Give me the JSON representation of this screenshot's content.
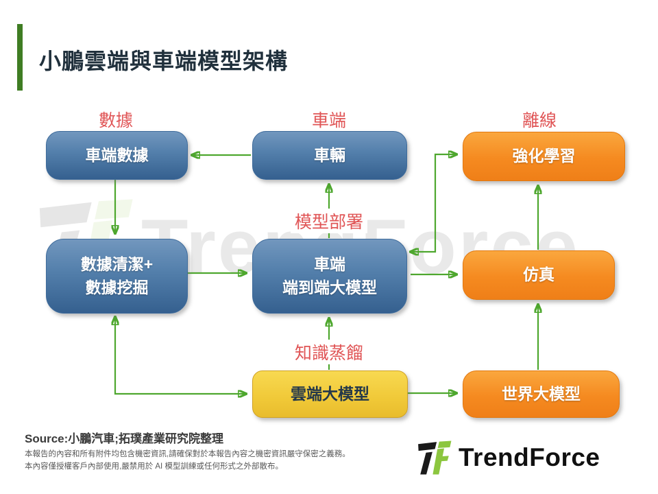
{
  "title": "小鵬雲端與車端模型架構",
  "watermark": {
    "text": "TrendForce"
  },
  "region_labels": {
    "data": "數據",
    "vehicle_side": "車端",
    "offline": "離線",
    "model_deployment": "模型部署",
    "knowledge_distillation": "知識蒸餾"
  },
  "nodes": {
    "vehicle_data": {
      "label": "車端數據"
    },
    "vehicle": {
      "label": "車輛"
    },
    "reinforcement_learning": {
      "label": "強化學習"
    },
    "data_cleaning": {
      "line1": "數據清潔+",
      "line2": "數據挖掘"
    },
    "e2e_model": {
      "line1": "車端",
      "line2": "端到端大模型"
    },
    "simulation": {
      "label": "仿真"
    },
    "cloud_model": {
      "label": "雲端大模型"
    },
    "world_model": {
      "label": "世界大模型"
    }
  },
  "edges": [
    {
      "from": "vehicle",
      "to": "vehicle_data",
      "bidirectional": false
    },
    {
      "from": "vehicle_data",
      "to": "data_cleaning",
      "bidirectional": false
    },
    {
      "from": "data_cleaning",
      "to": "e2e_model",
      "bidirectional": false
    },
    {
      "from": "e2e_model",
      "to": "vehicle",
      "label": "模型部署",
      "bidirectional": false
    },
    {
      "from": "cloud_model",
      "to": "e2e_model",
      "label": "知識蒸餾",
      "bidirectional": false
    },
    {
      "from": "e2e_model",
      "to": "reinforcement_learning",
      "bidirectional": true
    },
    {
      "from": "e2e_model",
      "to": "simulation",
      "bidirectional": false
    },
    {
      "from": "simulation",
      "to": "reinforcement_learning",
      "bidirectional": false
    },
    {
      "from": "world_model",
      "to": "simulation",
      "bidirectional": false
    },
    {
      "from": "cloud_model",
      "to": "world_model",
      "bidirectional": false
    },
    {
      "from": "data_cleaning",
      "to": "cloud_model",
      "bidirectional": true
    }
  ],
  "source": "Source:小鵬汽車;拓璞產業研究院整理",
  "footer": {
    "line1": "本報告的內容和所有附件均包含機密資訊,請確保對於本報告內容之機密資訊嚴守保密之義務。",
    "line2": "本內容僅授權客戶內部使用,嚴禁用於 AI 模型訓練或任何形式之外部散布。"
  },
  "logo": {
    "text": "TrendForce"
  },
  "colors": {
    "arrow_green": "#4ea72e",
    "label_red": "#e05556",
    "node_blue": "#35608f",
    "node_orange": "#f58a20",
    "node_yellow": "#f0c837",
    "accent_bar_green": "#3f7d23",
    "logo_green": "#8cc63f",
    "title_text": "#20303c"
  }
}
